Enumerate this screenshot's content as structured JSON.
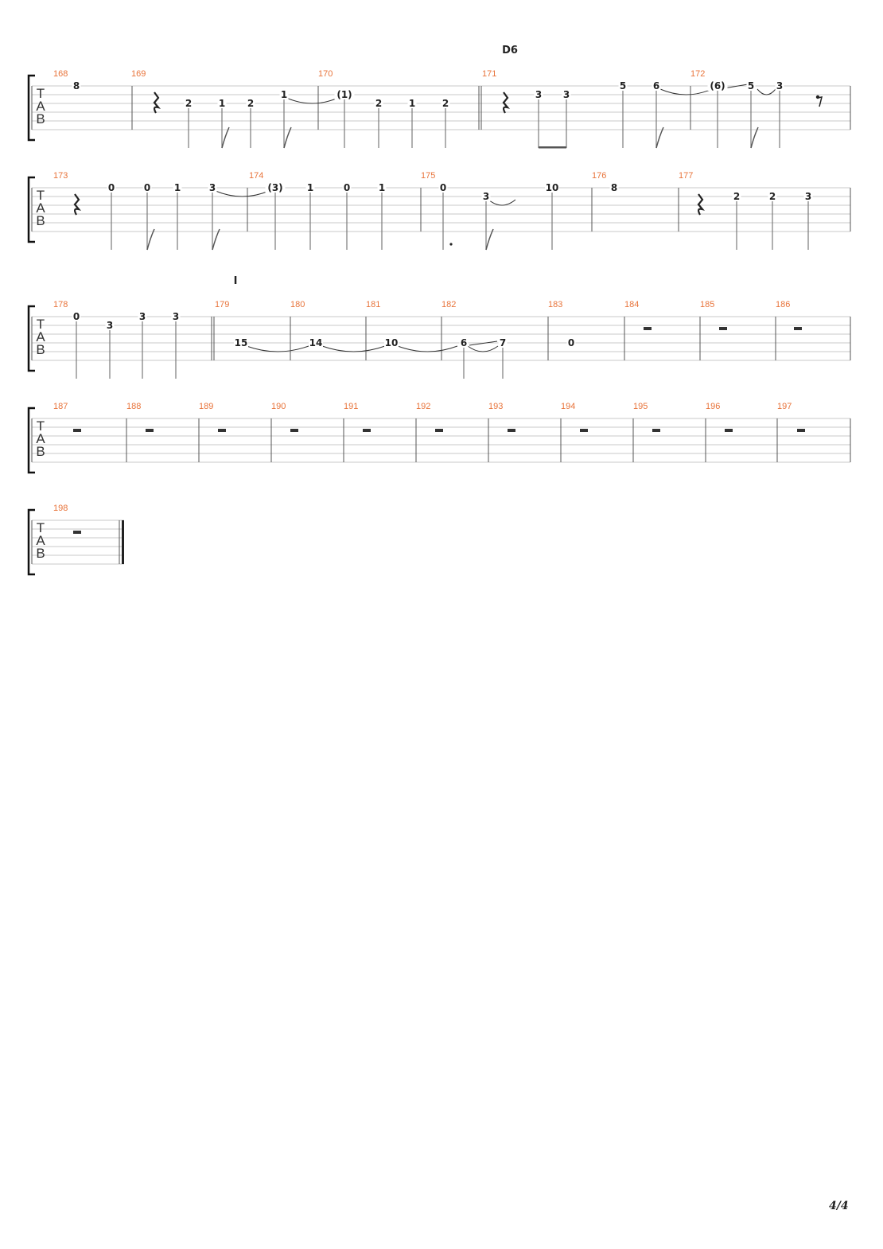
{
  "tab_letters": [
    "T",
    "A",
    "B"
  ],
  "page_number": "4/4",
  "systems": [
    {
      "markers": [
        {
          "text": "D6"
        }
      ],
      "measures": [
        {
          "number": "168"
        },
        {
          "number": "169"
        },
        {
          "number": "170"
        },
        {
          "number": "171"
        },
        {
          "number": "172"
        }
      ],
      "notes": [
        "8",
        "2",
        "1",
        "2",
        "1",
        "(1)",
        "2",
        "1",
        "2",
        "3",
        "3",
        "5",
        "6",
        "(6)",
        "5",
        "3"
      ]
    },
    {
      "markers": [],
      "measures": [
        {
          "number": "173"
        },
        {
          "number": "174"
        },
        {
          "number": "175"
        },
        {
          "number": "176"
        },
        {
          "number": "177"
        }
      ],
      "notes": [
        "0",
        "0",
        "1",
        "3",
        "(3)",
        "1",
        "0",
        "1",
        "0",
        "3",
        "10",
        "8",
        "2",
        "2",
        "3"
      ]
    },
    {
      "markers": [
        {
          "text": "I"
        }
      ],
      "measures": [
        {
          "number": "178"
        },
        {
          "number": "179"
        },
        {
          "number": "180"
        },
        {
          "number": "181"
        },
        {
          "number": "182"
        },
        {
          "number": "183"
        },
        {
          "number": "184"
        },
        {
          "number": "185"
        },
        {
          "number": "186"
        }
      ],
      "notes": [
        "0",
        "3",
        "3",
        "3",
        "15",
        "14",
        "10",
        "6",
        "7",
        "0"
      ]
    },
    {
      "markers": [],
      "measures": [
        {
          "number": "187"
        },
        {
          "number": "188"
        },
        {
          "number": "189"
        },
        {
          "number": "190"
        },
        {
          "number": "191"
        },
        {
          "number": "192"
        },
        {
          "number": "193"
        },
        {
          "number": "194"
        },
        {
          "number": "195"
        },
        {
          "number": "196"
        },
        {
          "number": "197"
        }
      ],
      "notes": []
    },
    {
      "markers": [],
      "measures": [
        {
          "number": "198"
        }
      ],
      "notes": []
    }
  ]
}
